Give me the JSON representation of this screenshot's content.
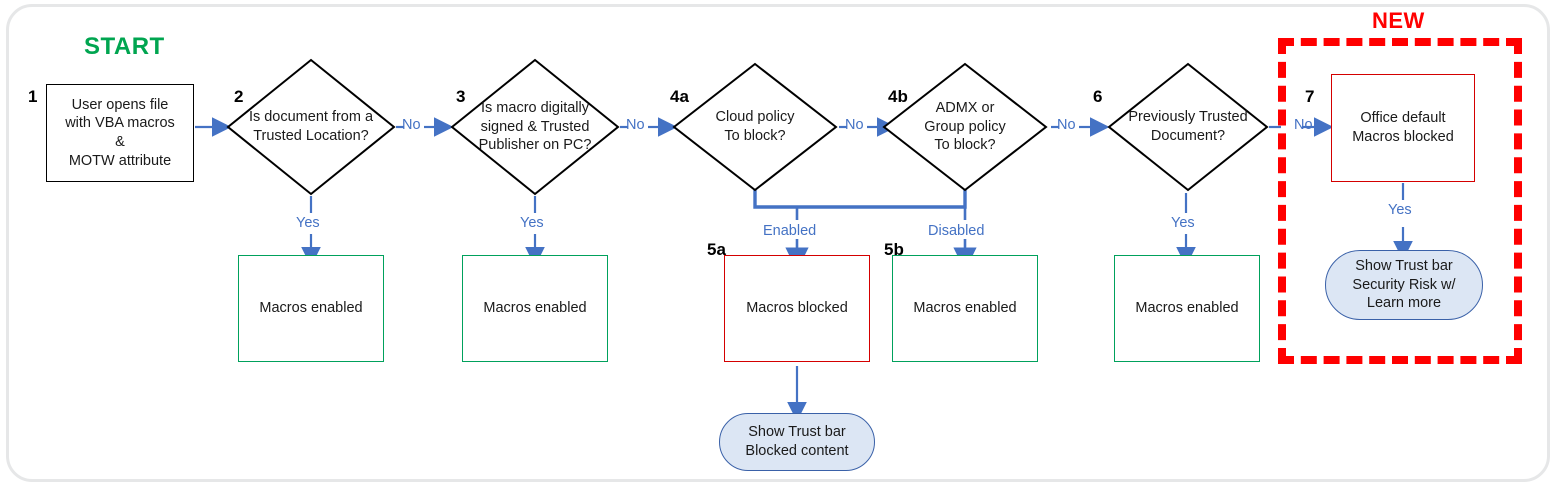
{
  "diagram": {
    "title_start": "START",
    "title_new": "NEW",
    "colors": {
      "start_green": "#00a550",
      "new_red": "#ff0000",
      "connector_blue": "#4472c4",
      "box_green": "#00a15c",
      "box_red": "#d40000",
      "box_black": "#000000",
      "terminator_fill": "#dce6f4",
      "terminator_stroke": "#3a61a8",
      "frame_gray": "#e6e7e8"
    },
    "nodes": [
      {
        "id": "1",
        "num": "1",
        "shape": "process",
        "text": "User opens file\nwith VBA macros\n&\nMOTW attribute",
        "border": "black"
      },
      {
        "id": "2",
        "num": "2",
        "shape": "decision",
        "text": "Is document from a\nTrusted Location?",
        "border": "black"
      },
      {
        "id": "2y",
        "num": "",
        "shape": "process",
        "text": "Macros enabled",
        "border": "green"
      },
      {
        "id": "3",
        "num": "3",
        "shape": "decision",
        "text": "Is macro digitally\nsigned & Trusted\nPublisher on PC?",
        "border": "black"
      },
      {
        "id": "3y",
        "num": "",
        "shape": "process",
        "text": "Macros enabled",
        "border": "green"
      },
      {
        "id": "4a",
        "num": "4a",
        "shape": "decision",
        "text": "Cloud policy\nTo block?",
        "border": "black"
      },
      {
        "id": "4b",
        "num": "4b",
        "shape": "decision",
        "text": "ADMX or\nGroup policy\nTo block?",
        "border": "black"
      },
      {
        "id": "5a",
        "num": "5a",
        "shape": "process",
        "text": "Macros blocked",
        "border": "red"
      },
      {
        "id": "5b",
        "num": "5b",
        "shape": "process",
        "text": "Macros enabled",
        "border": "green"
      },
      {
        "id": "5at",
        "num": "",
        "shape": "terminator",
        "text": "Show Trust bar\nBlocked content",
        "border": "blue"
      },
      {
        "id": "6",
        "num": "6",
        "shape": "decision",
        "text": "Previously Trusted\nDocument?",
        "border": "black"
      },
      {
        "id": "6y",
        "num": "",
        "shape": "process",
        "text": "Macros enabled",
        "border": "green"
      },
      {
        "id": "7",
        "num": "7",
        "shape": "process",
        "text": "Office default\nMacros blocked",
        "border": "red"
      },
      {
        "id": "7t",
        "num": "",
        "shape": "terminator",
        "text": "Show Trust bar\nSecurity Risk w/\nLearn more",
        "border": "blue"
      }
    ],
    "edge_labels": {
      "no_1": "No",
      "no_2": "No",
      "no_3": "No",
      "no_4": "No",
      "no_5": "No",
      "yes_2": "Yes",
      "yes_3": "Yes",
      "yes_6": "Yes",
      "yes_7": "Yes",
      "enabled": "Enabled",
      "disabled": "Disabled"
    },
    "node_text": {
      "n1_l1": "User opens file",
      "n1_l2": "with VBA macros",
      "n1_l3": "&",
      "n1_l4": "MOTW attribute",
      "n2_l1": "Is document from a",
      "n2_l2": "Trusted Location?",
      "n2y": "Macros enabled",
      "n3_l1": "Is macro digitally",
      "n3_l2": "signed & Trusted",
      "n3_l3": "Publisher on PC?",
      "n3y": "Macros enabled",
      "n4a_l1": "Cloud policy",
      "n4a_l2": "To block?",
      "n4b_l1": "ADMX or",
      "n4b_l2": "Group policy",
      "n4b_l3": "To block?",
      "n5a": "Macros blocked",
      "n5b": "Macros enabled",
      "n5at_l1": "Show Trust bar",
      "n5at_l2": "Blocked content",
      "n6_l1": "Previously Trusted",
      "n6_l2": "Document?",
      "n6y": "Macros enabled",
      "n7_l1": "Office default",
      "n7_l2": "Macros blocked",
      "n7t_l1": "Show Trust bar",
      "n7t_l2": "Security Risk w/",
      "n7t_l3": "Learn more"
    },
    "step_numbers": {
      "s1": "1",
      "s2": "2",
      "s3": "3",
      "s4a": "4a",
      "s4b": "4b",
      "s5a": "5a",
      "s5b": "5b",
      "s6": "6",
      "s7": "7"
    }
  }
}
